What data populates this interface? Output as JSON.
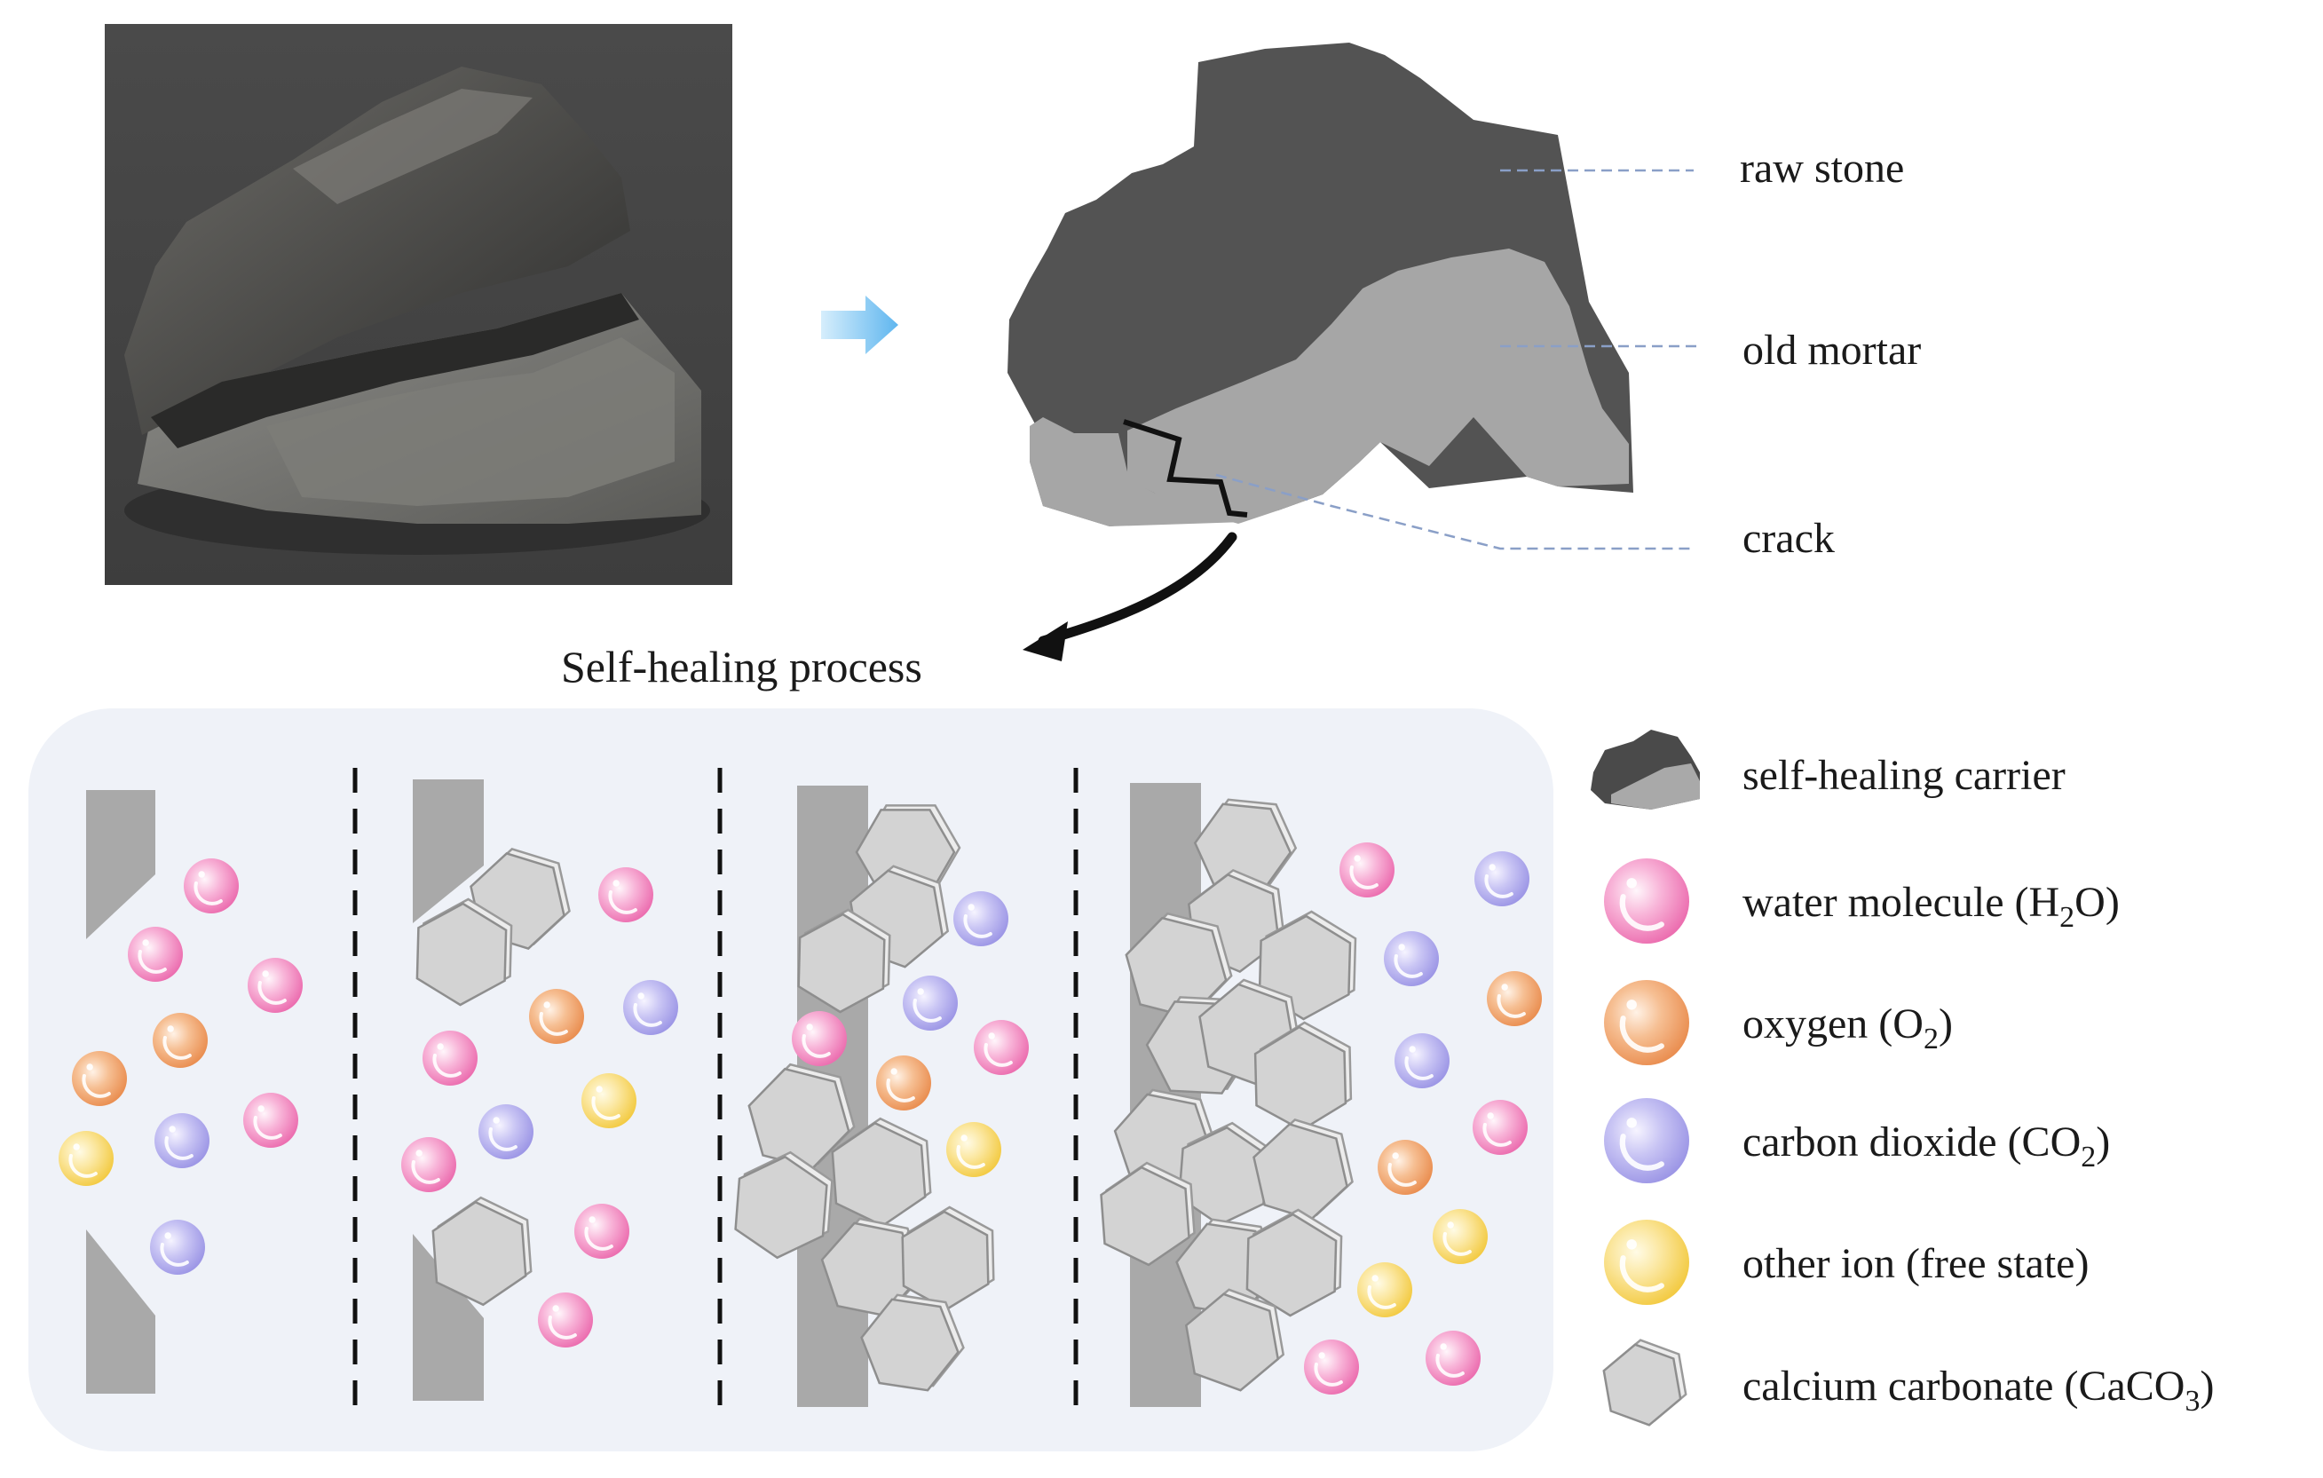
{
  "annotations": {
    "raw_stone": "raw stone",
    "old_mortar": "old mortar",
    "crack": "crack"
  },
  "process_label": "Self-healing process",
  "legend": [
    {
      "key": "carrier",
      "text": "self-healing carrier",
      "sub": "",
      "after": "",
      "icon": "rock-icon"
    },
    {
      "key": "water",
      "text": "water molecule (H",
      "sub": "2",
      "after": "O)",
      "icon": "sphere-icon",
      "color": "#f07ab8"
    },
    {
      "key": "oxygen",
      "text": "oxygen (O",
      "sub": "2",
      "after": ")",
      "icon": "sphere-icon",
      "color": "#ef9a5f"
    },
    {
      "key": "co2",
      "text": "carbon dioxide (CO",
      "sub": "2",
      "after": ")",
      "icon": "sphere-icon",
      "color": "#a7a2ec"
    },
    {
      "key": "ion",
      "text": "other ion (free state)",
      "sub": "",
      "after": "",
      "icon": "sphere-icon",
      "color": "#f6d24f"
    },
    {
      "key": "caco3",
      "text": "calcium carbonate (CaCO",
      "sub": "3",
      "after": ")",
      "icon": "hexagon-icon"
    }
  ],
  "colors": {
    "panel_bg": "#eff2f8",
    "stone_dark": "#535353",
    "mortar_gray": "#a6a6a6",
    "crystal_gray": "#d4d4d4",
    "arrow_blue": "#7cc6f2",
    "leader_blue": "#8a9fc7"
  }
}
